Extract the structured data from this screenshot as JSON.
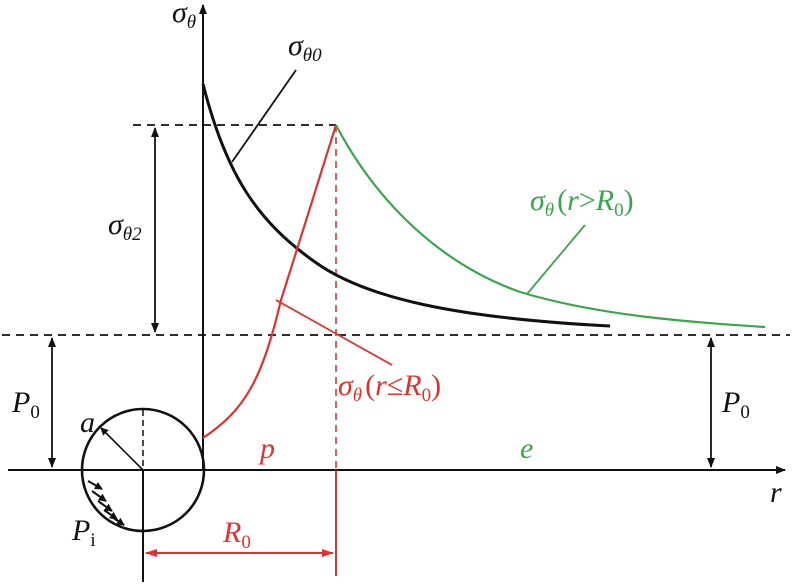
{
  "colors": {
    "black": "#111111",
    "red": "#e0312d",
    "green": "#3aa54a"
  },
  "axes": {
    "y_label": "σ",
    "y_label_sub": "θ",
    "x_label": "r"
  },
  "labels": {
    "sigma_theta0": {
      "main": "σ",
      "sub": "θ0"
    },
    "sigma_theta2": {
      "main": "σ",
      "sub": "θ2"
    },
    "sigma_outer": {
      "main": "σ",
      "sub": "θ",
      "arg_open": "(",
      "arg_var": "r",
      "arg_op": ">",
      "arg_R": "R",
      "arg_R_sub": "0",
      "arg_close": ")"
    },
    "sigma_inner": {
      "main": "σ",
      "sub": "θ",
      "arg_open": "(",
      "arg_var": "r",
      "arg_op": "≤",
      "arg_R": "R",
      "arg_R_sub": "0",
      "arg_close": ")"
    },
    "P0_left": {
      "main": "P",
      "sub": "0"
    },
    "P0_right": {
      "main": "P",
      "sub": "0"
    },
    "a": "a",
    "Pi": {
      "main": "P",
      "sub": "i"
    },
    "R0": {
      "main": "R",
      "sub": "0"
    },
    "zone_p": "p",
    "zone_e": "e"
  }
}
